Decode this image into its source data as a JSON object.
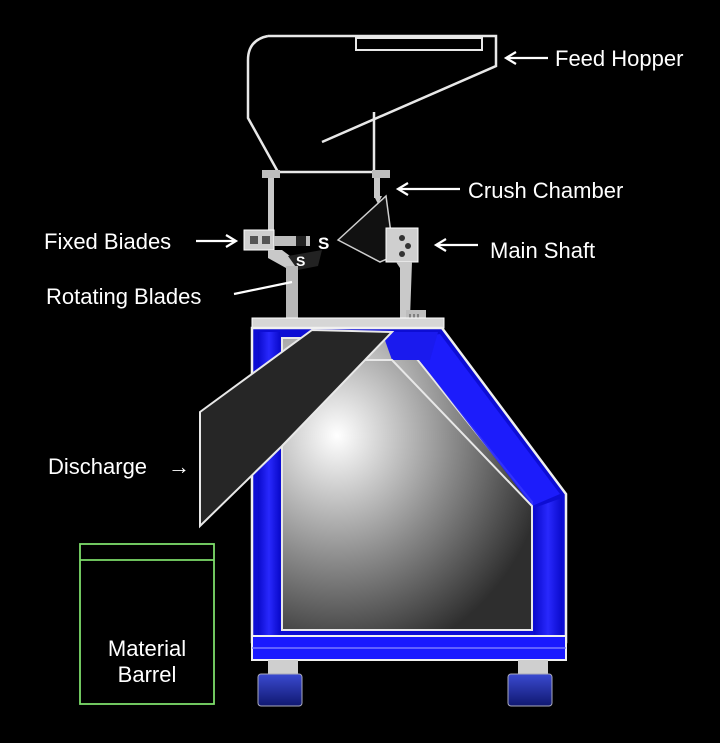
{
  "labels": {
    "feed_hopper": "Feed Hopper",
    "crush_chamber": "Crush Chamber",
    "fixed_blades": "Fixed Biades",
    "main_shaft": "Main Shaft",
    "rotating_blades": "Rotating Blades",
    "discharge": "Discharge",
    "material_barrel_line1": "Material",
    "material_barrel_line2": "Barrel"
  },
  "blade_marks": {
    "left": "S",
    "right": "S"
  },
  "arrow_glyph": "→",
  "colors": {
    "background": "#000000",
    "frame_blue": "#1a1aff",
    "outline": "#e8e8e8",
    "barrel_border": "#7ddc6a",
    "body_center": "#ffffff",
    "body_edge": "#2a2a2a",
    "discharge_chute": "#222222",
    "foot_blue": "#2a3aa8"
  }
}
